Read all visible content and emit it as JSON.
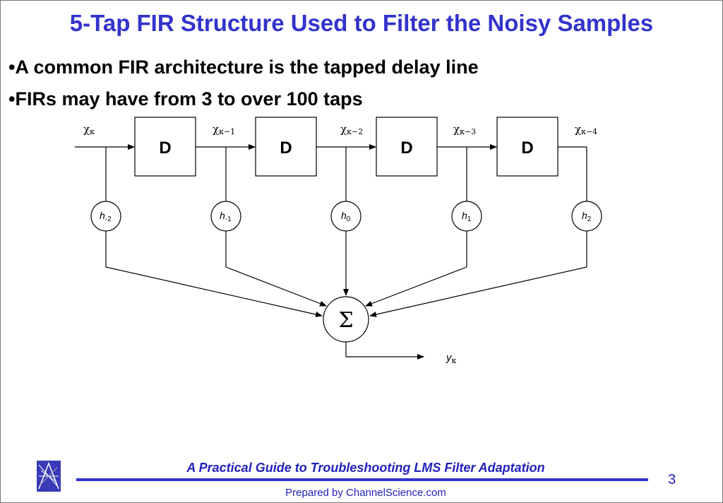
{
  "slide": {
    "title": "5-Tap FIR Structure Used to Filter the Noisy Samples",
    "bullets": [
      "A common FIR architecture is the tapped delay line",
      "FIRs may have from 3 to over 100 taps"
    ],
    "bullet_marker": "•"
  },
  "diagram": {
    "delay_label": "D",
    "signals": [
      {
        "base": "χ",
        "sub": "κ"
      },
      {
        "base": "χ",
        "sub": "κ−1"
      },
      {
        "base": "χ",
        "sub": "κ−2"
      },
      {
        "base": "χ",
        "sub": "κ−3"
      },
      {
        "base": "χ",
        "sub": "κ−4"
      }
    ],
    "taps": [
      {
        "base": "h",
        "sub": "-2"
      },
      {
        "base": "h",
        "sub": "-1"
      },
      {
        "base": "h",
        "sub": "0"
      },
      {
        "base": "h",
        "sub": "1"
      },
      {
        "base": "h",
        "sub": "2"
      }
    ],
    "sum_symbol": "Σ",
    "output": {
      "base": "y",
      "sub": "κ"
    }
  },
  "footer": {
    "title": "A Practical Guide to Troubleshooting LMS Filter Adaptation",
    "prepared_by": "Prepared by ChannelScience.com",
    "page_number": "3",
    "logo_icon": "channelscience-logo-icon",
    "accent_color": "#3333cc"
  }
}
